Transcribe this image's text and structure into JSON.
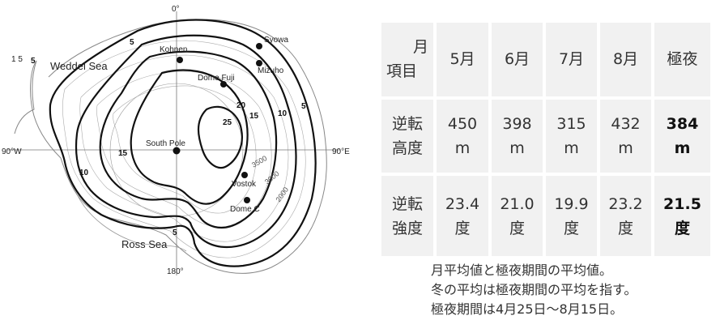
{
  "map": {
    "labels": {
      "deg_0": "0°",
      "deg_90w": "90°W",
      "deg_90e": "90°E",
      "deg_180": "180°",
      "weddel_sea": "Weddel Sea",
      "ross_sea": "Ross Sea",
      "kohnen": "Kohnen",
      "syowa": "Syowa",
      "mizuho": "Mizuho",
      "dome_fuji": "Dome Fuji",
      "south_pole": "South Pole",
      "vostok": "Vostok",
      "dome_c": "Dome C",
      "c5_top": "5",
      "c5_right": "5",
      "c5_bottom": "5",
      "c5_peninsula": "5",
      "c10_left": "10",
      "c10_right": "10",
      "c15_left": "15",
      "c15_right": "15",
      "c20": "20",
      "c25": "25",
      "elev_3500": "3500",
      "elev_3000": "3000",
      "elev_2000": "2000",
      "corner_mark": "1 5"
    }
  },
  "table": {
    "header": {
      "top": "月",
      "bottom": "項目"
    },
    "months": [
      "5月",
      "6月",
      "7月",
      "8月",
      "極夜"
    ],
    "rows": [
      {
        "label_1": "逆転",
        "label_2": "高度",
        "cells": [
          {
            "v": "450",
            "u": "m"
          },
          {
            "v": "398",
            "u": "m"
          },
          {
            "v": "315",
            "u": "m"
          },
          {
            "v": "432",
            "u": "m"
          },
          {
            "v": "384",
            "u": "m"
          }
        ]
      },
      {
        "label_1": "逆転",
        "label_2": "強度",
        "cells": [
          {
            "v": "23.4",
            "u": "度"
          },
          {
            "v": "21.0",
            "u": "度"
          },
          {
            "v": "19.9",
            "u": "度"
          },
          {
            "v": "23.2",
            "u": "度"
          },
          {
            "v": "21.5",
            "u": "度"
          }
        ]
      }
    ]
  },
  "notes": [
    "月平均値と極夜期間の平均値。",
    "冬の平均は極夜期間の平均を指す。",
    "極夜期間は4月25日〜8月15日。"
  ]
}
